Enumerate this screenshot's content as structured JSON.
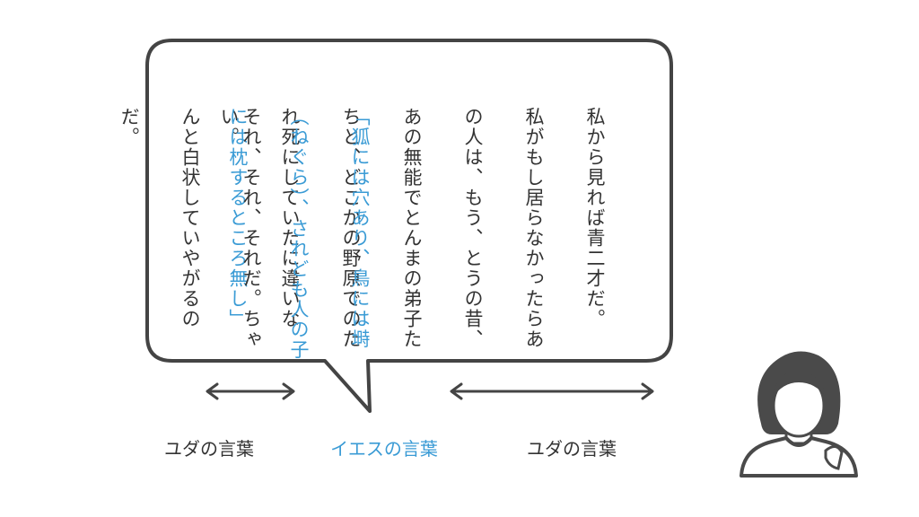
{
  "bubble": {
    "right_text": [
      "私から見れば青二才だ。",
      "私がもし居らなかったらあ",
      "の人は、もう、とうの昔、",
      "あの無能でとんまの弟子た",
      "ちと、どこかの野原でのた",
      "れ死にしていたに違いな",
      "い。"
    ],
    "middle_text": [
      "「狐には穴あり、鳥には塒",
      "（ねぐら）、されども人の子",
      "には枕するところ無し」"
    ],
    "left_text": [
      "それ、それ、それだ。ちゃ",
      "んと白状していやがるの",
      "だ。"
    ]
  },
  "labels": {
    "left": "ユダの言葉",
    "middle": "イエスの言葉",
    "right": "ユダの言葉"
  },
  "colors": {
    "outline": "#444444",
    "text": "#333333",
    "accent_blue": "#3a9bd5",
    "avatar_hair": "#4a4a4a"
  },
  "icons": {
    "avatar": "person-avatar-icon",
    "arrows": "double-headed-arrow-icon"
  }
}
